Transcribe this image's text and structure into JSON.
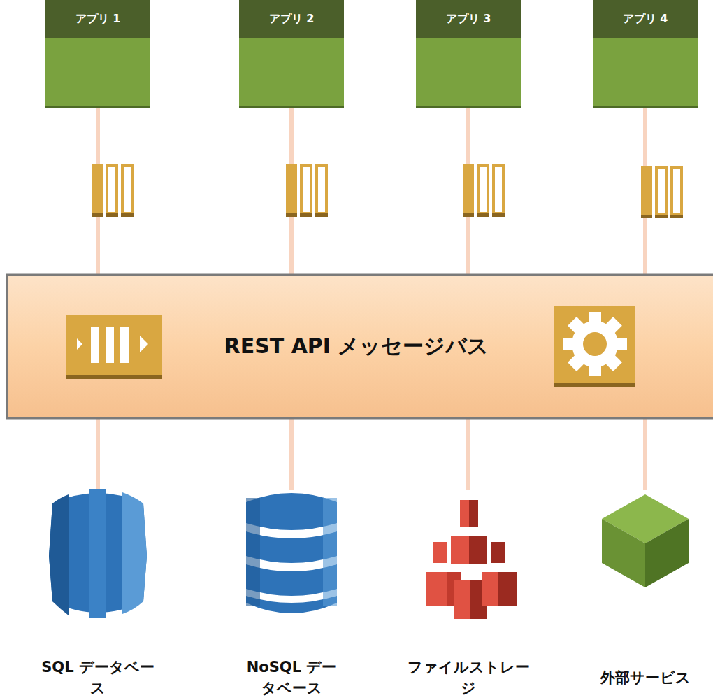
{
  "diagram": {
    "nodes": [
      {
        "text": [
          "アプリ 1"
        ]
      },
      {
        "text": [
          "アプリ 2"
        ]
      },
      {
        "text": [
          "アプリ 3"
        ]
      },
      {
        "text": [
          "アプリ 4"
        ]
      },
      {
        "text": [
          "REST API メッセージバス"
        ]
      },
      {
        "text": [
          "SQL データベース"
        ]
      },
      {
        "text": [
          "NoSQL データベース"
        ]
      },
      {
        "text": [
          "ファイルストレージ"
        ]
      },
      {
        "text": [
          "外部サービス"
        ]
      }
    ],
    "edges": [
      {
        "from": 0,
        "to": 4,
        "arrow": "none"
      },
      {
        "from": 1,
        "to": 4,
        "arrow": "none"
      },
      {
        "from": 2,
        "to": 4,
        "arrow": "none"
      },
      {
        "from": 3,
        "to": 4,
        "arrow": "none"
      },
      {
        "from": 4,
        "to": 5,
        "arrow": "none"
      },
      {
        "from": 4,
        "to": 6,
        "arrow": "none"
      },
      {
        "from": 4,
        "to": 7,
        "arrow": "none"
      },
      {
        "from": 4,
        "to": 8,
        "arrow": "none"
      }
    ]
  }
}
